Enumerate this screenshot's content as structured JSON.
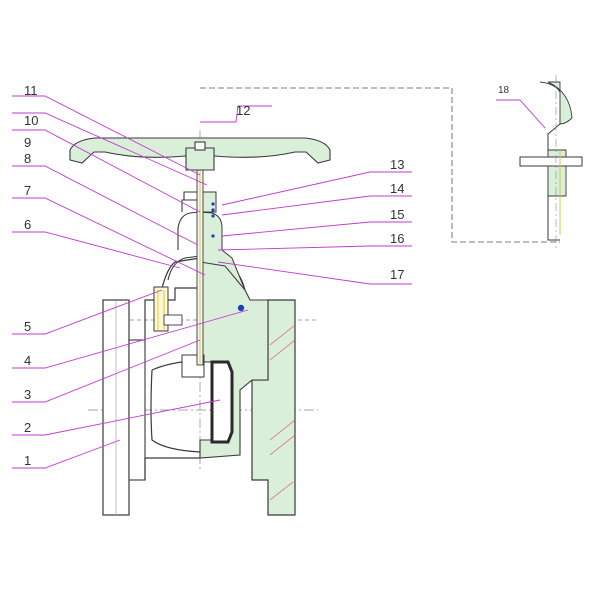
{
  "diagram": {
    "callouts": [
      {
        "id": "1",
        "text": "1"
      },
      {
        "id": "2",
        "text": "2"
      },
      {
        "id": "3",
        "text": "3"
      },
      {
        "id": "4",
        "text": "4"
      },
      {
        "id": "5",
        "text": "5"
      },
      {
        "id": "6",
        "text": "6"
      },
      {
        "id": "7",
        "text": "7"
      },
      {
        "id": "8",
        "text": "8"
      },
      {
        "id": "9",
        "text": "9"
      },
      {
        "id": "10",
        "text": "10"
      },
      {
        "id": "11",
        "text": "11"
      },
      {
        "id": "12",
        "text": "12"
      },
      {
        "id": "13",
        "text": "13"
      },
      {
        "id": "14",
        "text": "14"
      },
      {
        "id": "15",
        "text": "15"
      },
      {
        "id": "16",
        "text": "16"
      },
      {
        "id": "17",
        "text": "17"
      },
      {
        "id": "18",
        "text": "18"
      }
    ],
    "colors": {
      "outline": "#3a3a3a",
      "section_fill": "#d9efd9",
      "section_line": "#4caf50",
      "leader": "#c13ad1",
      "centerline": "#888888",
      "hatch": "#e35353",
      "seal": "#1f3fbf",
      "wedge_rubber": "#2b2b2b",
      "stem_yellow": "#d9c64a"
    }
  }
}
